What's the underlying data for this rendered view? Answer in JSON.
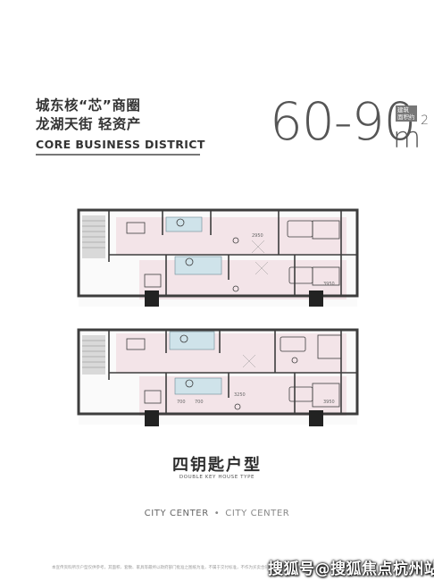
{
  "headline": {
    "line1": "城东核“芯”商圈",
    "line2": "龙湖天街 轻资产",
    "english": "CORE BUSINESS DISTRICT"
  },
  "area": {
    "range": "60-90",
    "tag_line1": "建筑",
    "tag_line2": "面积约",
    "unit": "m",
    "unit_sup": "2"
  },
  "plans": {
    "upper_dims": [
      "2950",
      "3950"
    ],
    "lower_dims": [
      "700",
      "700",
      "3250",
      "3950"
    ]
  },
  "type": {
    "title": "四钥匙户型",
    "subtitle": "DOUBLE KEY HOUSE TYPE"
  },
  "footer": {
    "brand_left": "CITY CENTER",
    "brand_right": "CITY CENTER",
    "disclaimer": "本宣传资料所示户型仅供参考，其面积、套数、家具等最终以政府部门批准之图纸为准，不属于交付标准，不作为买卖合同之要约。具体以买卖合同约定为准。",
    "watermark": "搜狐号@搜狐焦点杭州站"
  },
  "colors": {
    "wall": "#3d3d3d",
    "floor_pink": "#f3e4e8",
    "bath_blue": "#cfe3ea",
    "stair_gray": "#d9d9d9"
  }
}
